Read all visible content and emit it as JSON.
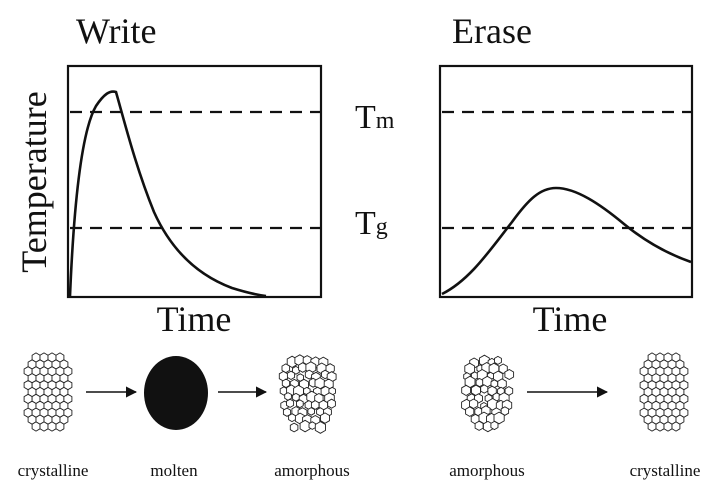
{
  "write_panel": {
    "title": "Write",
    "x_label": "Time",
    "y_label": "Temperature"
  },
  "erase_panel": {
    "title": "Erase",
    "x_label": "Time"
  },
  "levels": {
    "melting": "T",
    "melting_sub": "m",
    "glass": "T",
    "glass_sub": "g"
  },
  "write_states": [
    "crystalline",
    "molten",
    "amorphous"
  ],
  "erase_states": [
    "amorphous",
    "crystalline"
  ],
  "icons": {
    "crystalline": "regular-hexagon-cluster-icon",
    "molten": "filled-ellipse-icon",
    "amorphous": "irregular-hexagon-cluster-icon"
  }
}
